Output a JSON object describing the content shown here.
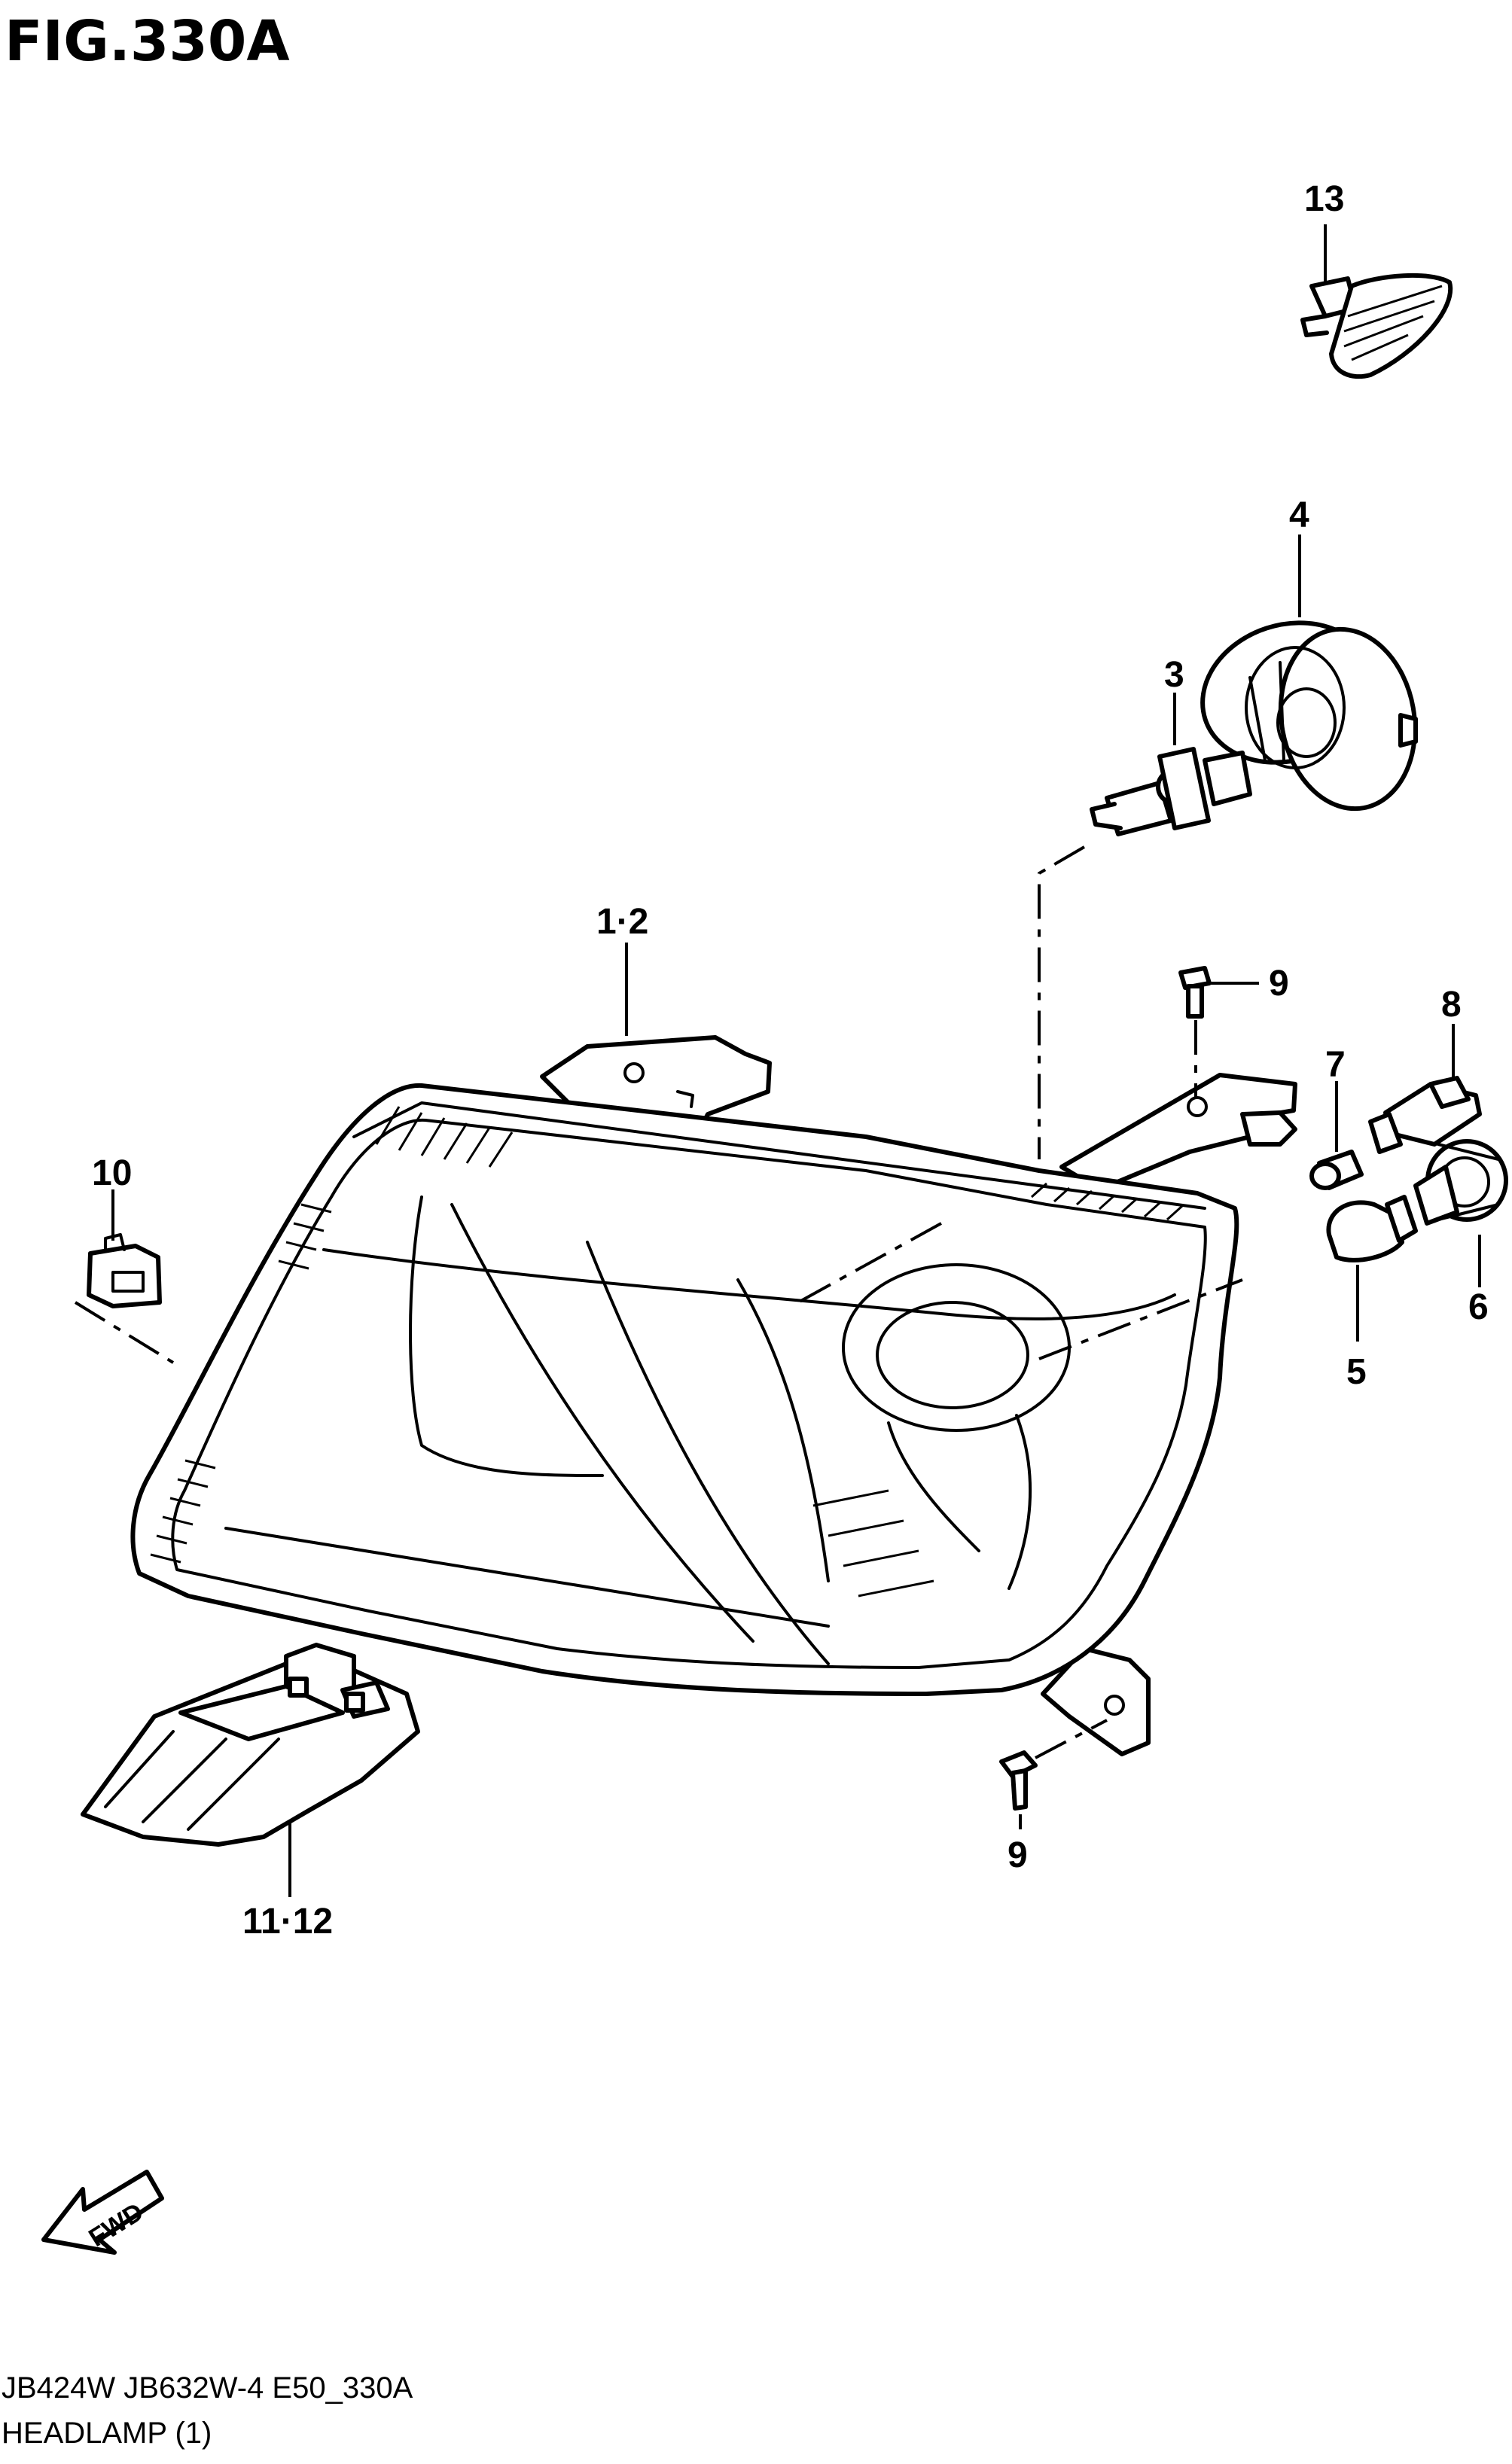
{
  "figure": {
    "title": "FIG.330A",
    "model_code": "JB424W JB632W-4 E50_330A",
    "caption": "HEADLAMP (1)"
  },
  "callouts": {
    "c13": "13",
    "c4": "4",
    "c3": "3",
    "c1_2": "1·2",
    "c9_top": "9",
    "c8": "8",
    "c7": "7",
    "c6": "6",
    "c5": "5",
    "c10": "10",
    "c9_bottom": "9",
    "c11_12": "11·12"
  },
  "direction_arrow": {
    "label": "FWD"
  }
}
